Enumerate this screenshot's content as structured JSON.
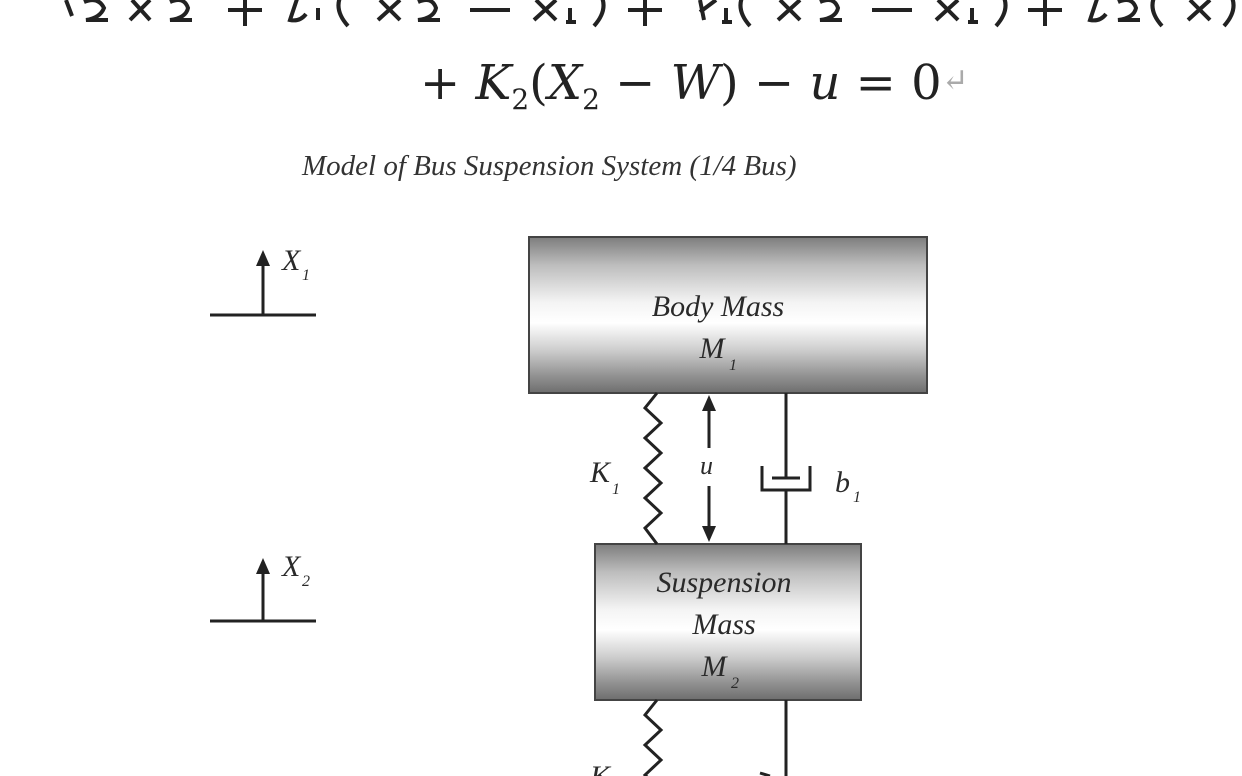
{
  "equation": {
    "line2_prefix": "+ ",
    "K": "K",
    "K_sub": "2",
    "X": "X",
    "X_sub": "2",
    "W": "W",
    "u": "u",
    "rhs": "0",
    "return_glyph": "↵"
  },
  "caption": "Model of Bus Suspension System (1/4 Bus)",
  "diagram": {
    "x1_label": "X",
    "x1_sub": "1",
    "x2_label": "X",
    "x2_sub": "2",
    "body_mass_title": "Body Mass",
    "body_mass_symbol": "M",
    "body_mass_sub": "1",
    "suspension_mass_title_1": "Suspension",
    "suspension_mass_title_2": "Mass",
    "suspension_mass_symbol": "M",
    "suspension_mass_sub": "2",
    "spring1_label": "K",
    "spring1_sub": "1",
    "damper1_label": "b",
    "damper1_sub": "1",
    "force_label": "u",
    "spring2_label": "K"
  }
}
